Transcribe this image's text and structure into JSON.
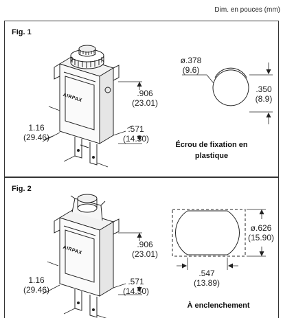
{
  "units_note": "Dim. en pouces (mm)",
  "fig1": {
    "label": "Fig. 1",
    "brand": "AIRPAX",
    "height_in": ".906",
    "height_mm": "(23.01)",
    "width_in": "1.16",
    "width_mm": "(29.46)",
    "depth_in": ".571",
    "depth_mm": "(14.50)",
    "nut_dia_in": "ø.378",
    "nut_dia_mm": "(9.6)",
    "flat_in": ".350",
    "flat_mm": "(8.9)",
    "caption_line1": "Écrou de fixation en",
    "caption_line2": "plastique"
  },
  "fig2": {
    "label": "Fig. 2",
    "brand": "AIRPAX",
    "height_in": ".906",
    "height_mm": "(23.01)",
    "width_in": "1.16",
    "width_mm": "(29.46)",
    "depth_in": ".571",
    "depth_mm": "(14.50)",
    "dia_in": "ø.626",
    "dia_mm": "(15.90)",
    "flat_in": ".547",
    "flat_mm": "(13.89)",
    "caption": "À enclenchement"
  }
}
